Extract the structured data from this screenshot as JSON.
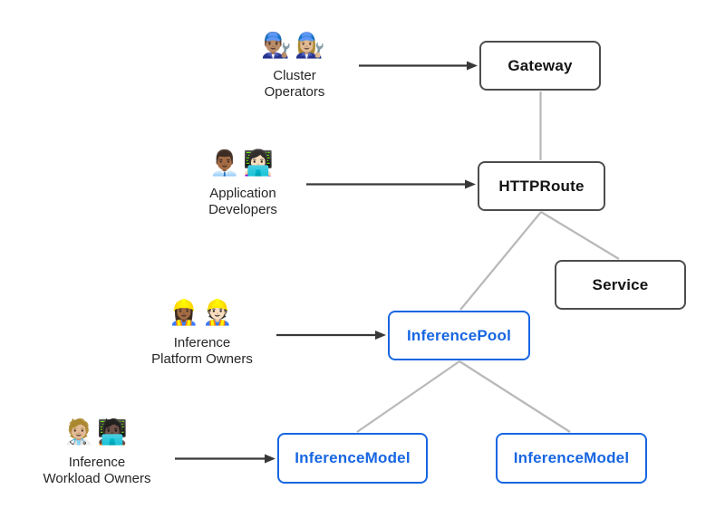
{
  "diagram_type": "kubernetes-gateway-inference-extension-resource-model",
  "colors": {
    "node_blue": "#1766e2",
    "node_border_dark": "#4d4d4d",
    "node_text_dark": "#141414",
    "connector_gray": "#b9b9b9",
    "arrow_dark": "#383838",
    "bg": "#ffffff",
    "label_text": "#262626"
  },
  "actors": [
    {
      "id": "cluster-operators",
      "emoji": "👨🏽‍🔧👩🏼‍🔧",
      "line1": "Cluster",
      "line2": "Operators"
    },
    {
      "id": "application-developers",
      "emoji": "👨🏾‍💼👩🏻‍💻",
      "line1": "Application",
      "line2": "Developers"
    },
    {
      "id": "inference-platform-owners",
      "emoji": "👷🏾‍♀️👷🏻",
      "line1": "Inference",
      "line2": "Platform Owners"
    },
    {
      "id": "inference-workload-owners",
      "emoji": "🧑🏼‍⚕️🧑🏿‍💻",
      "line1": "Inference",
      "line2": "Workload Owners"
    }
  ],
  "nodes": {
    "gateway": {
      "label": "Gateway",
      "style": "dark"
    },
    "httproute": {
      "label": "HTTPRoute",
      "style": "dark"
    },
    "service": {
      "label": "Service",
      "style": "dark"
    },
    "inference_pool": {
      "label": "InferencePool",
      "style": "blue"
    },
    "inference_model_left": {
      "label": "InferenceModel",
      "style": "blue"
    },
    "inference_model_right": {
      "label": "InferenceModel",
      "style": "blue"
    }
  },
  "edges": [
    {
      "from": "gateway",
      "to": "httproute",
      "kind": "connector"
    },
    {
      "from": "httproute",
      "to": "service",
      "kind": "connector"
    },
    {
      "from": "httproute",
      "to": "inference_pool",
      "kind": "connector"
    },
    {
      "from": "inference_pool",
      "to": "inference_model_left",
      "kind": "connector"
    },
    {
      "from": "inference_pool",
      "to": "inference_model_right",
      "kind": "connector"
    }
  ],
  "actor_arrows": [
    {
      "from": "cluster-operators",
      "to": "gateway"
    },
    {
      "from": "application-developers",
      "to": "httproute"
    },
    {
      "from": "inference-platform-owners",
      "to": "inference_pool"
    },
    {
      "from": "inference-workload-owners",
      "to": "inference_model_left"
    }
  ]
}
